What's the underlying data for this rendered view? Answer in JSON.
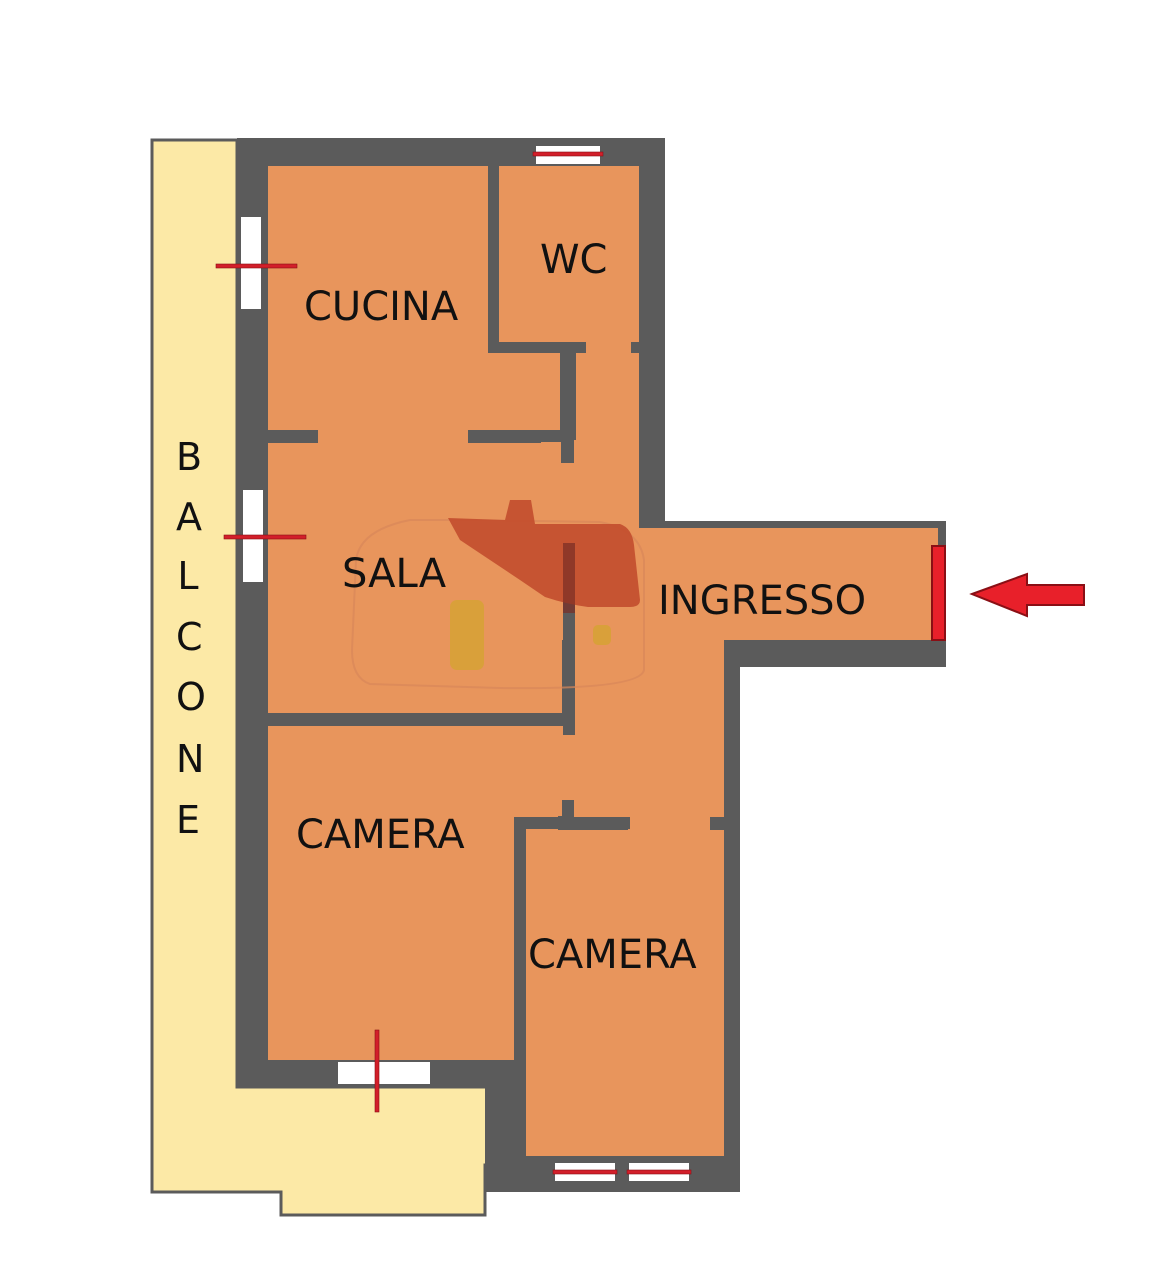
{
  "plan": {
    "rooms": [
      {
        "id": "cucina",
        "label": "CUCINA"
      },
      {
        "id": "wc",
        "label": "WC"
      },
      {
        "id": "sala",
        "label": "SALA"
      },
      {
        "id": "ingresso",
        "label": "INGRESSO"
      },
      {
        "id": "camera1",
        "label": "CAMERA"
      },
      {
        "id": "camera2",
        "label": "CAMERA"
      }
    ],
    "balcony": {
      "label": "BALCONE",
      "letters": [
        "B",
        "A",
        "L",
        "C",
        "O",
        "N",
        "E"
      ]
    },
    "entrance_arrow": "entrance-arrow",
    "colors": {
      "room_fill": "#E8955C",
      "wall": "#5B5B5B",
      "balcony_fill": "#FCE9A6",
      "window": "#FFFFFF",
      "window_line": "#D21F2A",
      "door_entrance": "#E8202A",
      "arrow": "#E8202A",
      "watermark_red": "#C4502F",
      "watermark_yellow": "#D9A03A"
    }
  }
}
